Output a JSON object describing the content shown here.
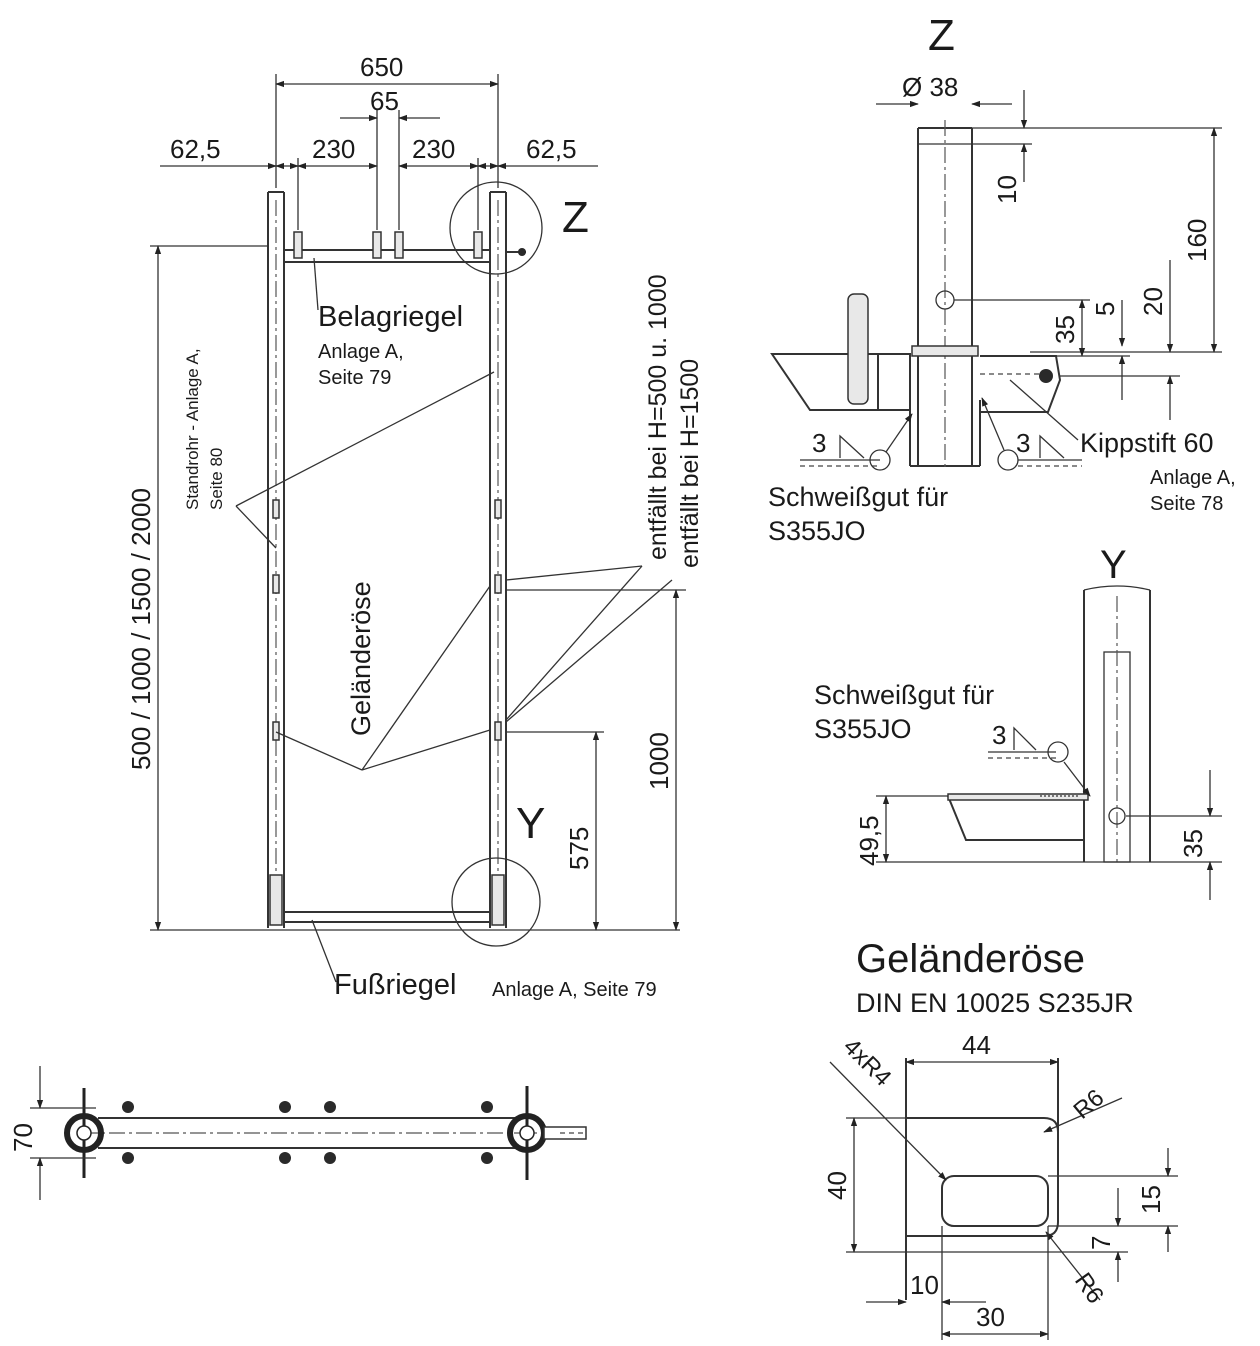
{
  "front_view": {
    "dims": {
      "width_total": "650",
      "center_gap": "65",
      "edge_left": "62,5",
      "inner_left": "230",
      "inner_right": "230",
      "edge_right": "62,5",
      "height": "500 / 1000 / 1500 / 2000",
      "rail_lower": "575",
      "rail_upper": "1000"
    },
    "labels": {
      "belagriegel": "Belagriegel",
      "belagriegel_ref1": "Anlage A,",
      "belagriegel_ref2": "Seite 79",
      "standrohr": "Standrohr - Anlage A,",
      "standrohr_ref": "Seite 80",
      "gelaenderoese": "Geländeröse",
      "entfaellt_1": "entfällt bei H=500 u. 1000",
      "entfaellt_2": "entfällt bei H=1500",
      "fussriegel": "Fußriegel",
      "fussriegel_ref": "Anlage A, Seite 79",
      "detail_z": "Z",
      "detail_y": "Y"
    }
  },
  "plan_view": {
    "dim_depth": "70"
  },
  "detail_z": {
    "title": "Z",
    "dia": "Ø 38",
    "d10": "10",
    "d160": "160",
    "d35": "35",
    "d5": "5",
    "d20": "20",
    "weld_size_left": "3",
    "weld_size_right": "3",
    "kippstift": "Kippstift 60",
    "kippstift_ref1": "Anlage A,",
    "kippstift_ref2": "Seite 78",
    "weld_note1": "Schweißgut für",
    "weld_note2": "S355JO"
  },
  "detail_y": {
    "title": "Y",
    "weld_note1": "Schweißgut für",
    "weld_note2": "S355JO",
    "weld_size": "3",
    "d49_5": "49,5",
    "d35": "35"
  },
  "gelaenderoese_detail": {
    "title": "Geländeröse",
    "material": "DIN EN 10025 S235JR",
    "d44": "44",
    "r4": "4xR4",
    "r6_top": "R6",
    "r6_bottom": "R6",
    "d40": "40",
    "d15": "15",
    "d7": "7",
    "d10": "10",
    "d30": "30"
  }
}
